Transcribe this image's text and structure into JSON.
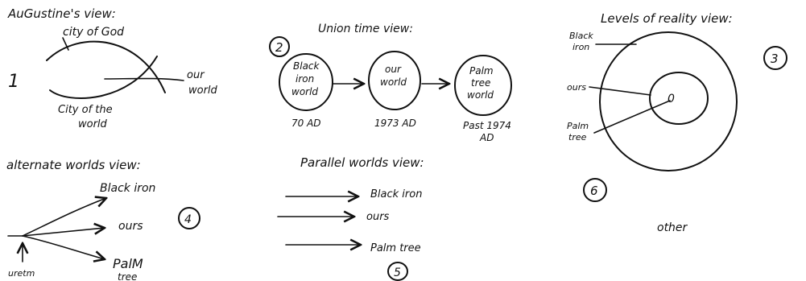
{
  "panel1": {
    "title": "AuGustine's view:",
    "number": "1",
    "label_city_of_god": "city of God",
    "label_our_world_1": "our",
    "label_our_world_2": "world",
    "label_city_of_world_1": "City of the",
    "label_city_of_world_2": "world"
  },
  "panel2": {
    "title": "Union time view:",
    "number": "2",
    "circles": [
      {
        "lines": [
          "Black",
          "iron",
          "world"
        ],
        "caption": [
          "70 AD"
        ]
      },
      {
        "lines": [
          "our",
          "world"
        ],
        "caption": [
          "1973 AD"
        ]
      },
      {
        "lines": [
          "Palm",
          "tree",
          "world"
        ],
        "caption": [
          "Past 1974",
          "AD"
        ]
      }
    ]
  },
  "panel3": {
    "title": "Levels of reality view:",
    "number": "3",
    "label_black_iron_1": "Black",
    "label_black_iron_2": "iron",
    "label_ours": "ours",
    "label_palm_1": "Palm",
    "label_palm_2": "tree",
    "center_mark": "0"
  },
  "panel4": {
    "title": "alternate worlds view:",
    "number": "4",
    "branch_black_iron": "Black iron",
    "branch_ours": "ours",
    "branch_palm_1": "PalM",
    "branch_palm_2": "tree",
    "origin_label": "uretm"
  },
  "panel5": {
    "title": "Parallel worlds view:",
    "number": "5",
    "arrows": [
      "Black iron",
      "ours",
      "Palm tree"
    ]
  },
  "panel6": {
    "number": "6",
    "label": "other"
  }
}
